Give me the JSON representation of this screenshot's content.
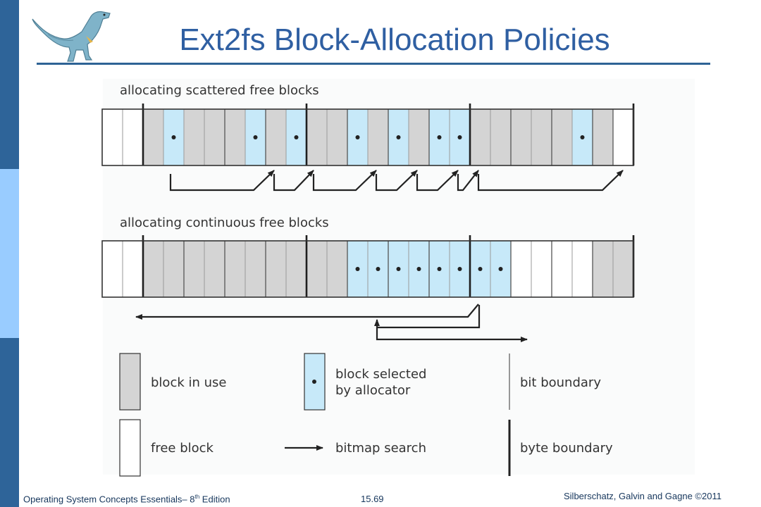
{
  "slide": {
    "title": "Ext2fs Block-Allocation Policies",
    "page_number": "15.69",
    "footer_left_prefix": "Operating System Concepts Essentials– 8",
    "footer_left_sup": "th",
    "footer_left_suffix": " Edition",
    "footer_right": "Silberschatz, Galvin and Gagne ©2011"
  },
  "colors": {
    "sidebar": [
      "#2e6499",
      "#99ccff",
      "#2e6499"
    ],
    "title": "#2f5fa2",
    "in_use_block": "#d4d4d4",
    "selected_block": "#c7e9f9",
    "free_block": "#ffffff"
  },
  "diagram": {
    "scattered": {
      "caption": "allocating scattered free blocks",
      "blocks": [
        "F",
        "F",
        "U",
        "S",
        "U",
        "U",
        "U",
        "S",
        "U",
        "S",
        "U",
        "U",
        "S",
        "U",
        "S",
        "U",
        "S",
        "S",
        "U",
        "U",
        "U",
        "U",
        "U",
        "S",
        "U",
        "F"
      ],
      "bit_boundaries_after": [
        1,
        5,
        7,
        9,
        11,
        13,
        15,
        17,
        19,
        21,
        23,
        24
      ],
      "byte_boundaries_after": [
        1,
        9,
        17,
        25
      ]
    },
    "continuous": {
      "caption": "allocating continuous free blocks",
      "blocks": [
        "F",
        "F",
        "U",
        "U",
        "U",
        "U",
        "U",
        "U",
        "U",
        "U",
        "U",
        "U",
        "S",
        "S",
        "S",
        "S",
        "S",
        "S",
        "S",
        "S",
        "F",
        "F",
        "F",
        "F",
        "U",
        "U"
      ],
      "bit_boundaries_after": [
        1,
        3,
        5,
        7,
        9,
        11,
        13,
        15,
        17,
        19,
        21,
        23,
        25
      ],
      "byte_boundaries_after": [
        1,
        9,
        17,
        25
      ]
    },
    "legend": {
      "in_use_label": "block in use",
      "selected_label_1": "block selected",
      "selected_label_2": "by allocator",
      "bit_boundary_label": "bit boundary",
      "free_label": "free block",
      "bitmap_search_label": "bitmap search",
      "byte_boundary_label": "byte boundary"
    }
  },
  "logo": {
    "icon": "dinosaur-icon"
  }
}
